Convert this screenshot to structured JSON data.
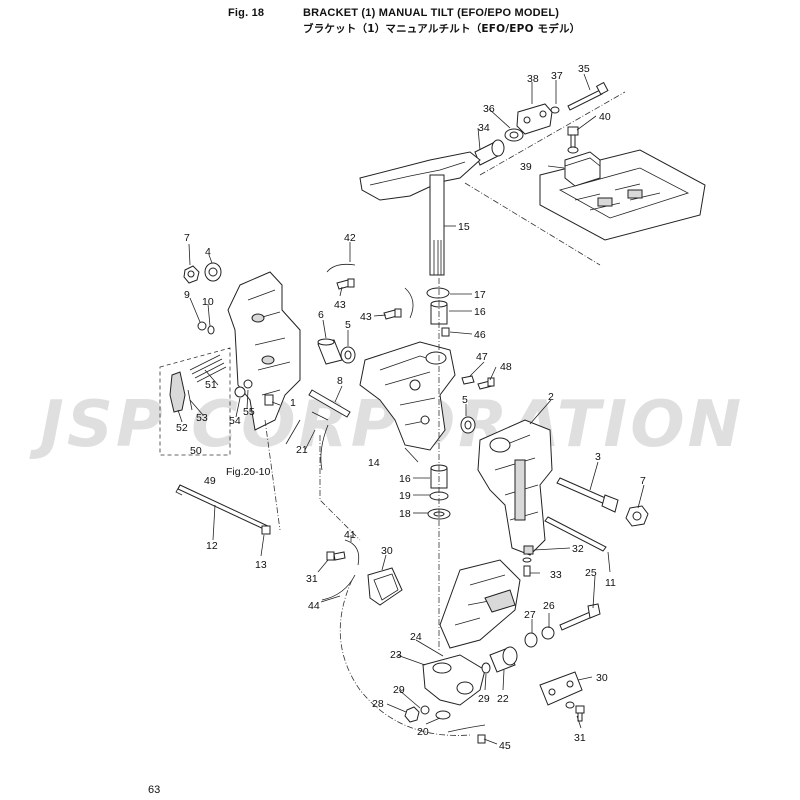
{
  "header": {
    "fig_label": "Fig. 18",
    "title_en": "BRACKET (1) MANUAL TILT (EFO/EPO MODEL)",
    "title_jp": "ブラケット（1）マニュアルチルト（EFO/EPO モデル）"
  },
  "figure_reference": "Fig.20-10",
  "watermark": "JSP CORPORATION",
  "page_number": "63",
  "callouts": [
    "1",
    "2",
    "3",
    "4",
    "5",
    "5",
    "6",
    "7",
    "7",
    "8",
    "9",
    "10",
    "11",
    "12",
    "13",
    "14",
    "15",
    "16",
    "16",
    "17",
    "18",
    "19",
    "20",
    "21",
    "22",
    "23",
    "24",
    "25",
    "26",
    "27",
    "28",
    "29",
    "29",
    "30",
    "30",
    "31",
    "31",
    "32",
    "33",
    "34",
    "35",
    "36",
    "37",
    "38",
    "39",
    "40",
    "41",
    "42",
    "43",
    "43",
    "44",
    "45",
    "46",
    "47",
    "48",
    "49",
    "50",
    "51",
    "52",
    "53",
    "54",
    "55"
  ]
}
